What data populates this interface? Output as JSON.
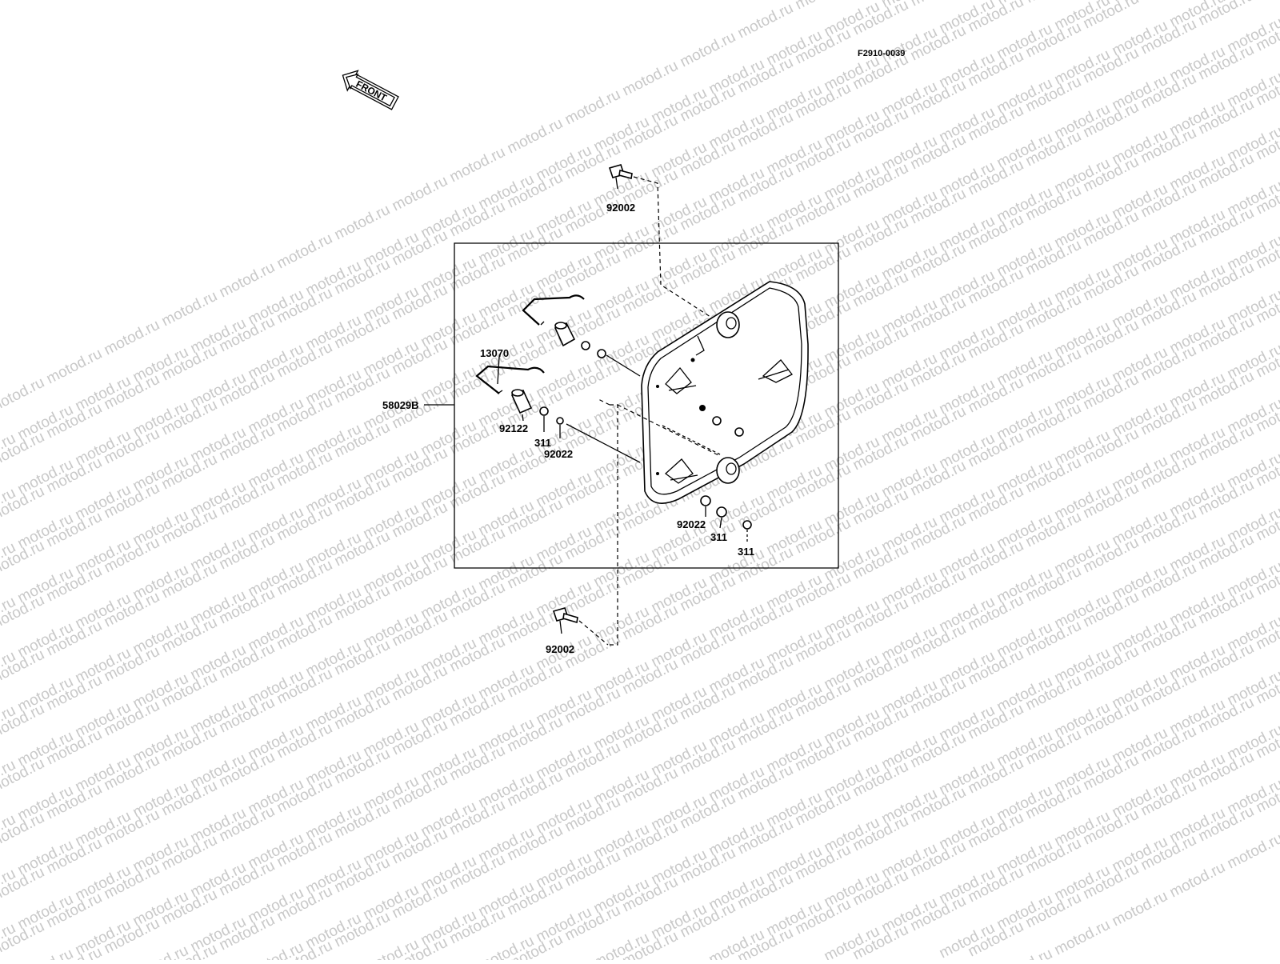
{
  "figure": {
    "figure_number": "F2910-0039",
    "direction_marker": "FRONT",
    "watermark_text": "motod.ru",
    "watermark_color": "#c8c8c8"
  },
  "callouts": {
    "bolt_top": "92002",
    "bolt_bottom": "92002",
    "cover_assembly": "58029B",
    "spring": "13070",
    "collar": "92122",
    "nut_left": "311",
    "washer_left": "92022",
    "washer_right": "92022",
    "nut_right_1": "311",
    "nut_right_2": "311"
  }
}
